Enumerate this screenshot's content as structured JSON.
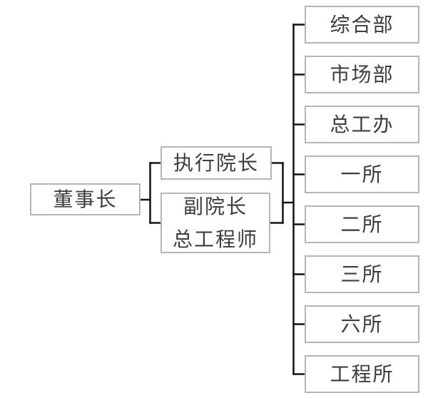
{
  "chart": {
    "type": "org-chart",
    "root": {
      "label": "董事长"
    },
    "level2": [
      {
        "label": "执行院长"
      },
      {
        "lines": [
          "副院长",
          "总工程师"
        ]
      }
    ],
    "departments": [
      {
        "label": "综合部"
      },
      {
        "label": "市场部"
      },
      {
        "label": "总工办"
      },
      {
        "label": "一所"
      },
      {
        "label": "二所"
      },
      {
        "label": "三所"
      },
      {
        "label": "六所"
      },
      {
        "label": "工程所"
      }
    ]
  },
  "colors": {
    "page_background": "#ffffff",
    "box_background": "#ffffff",
    "box_border": "#b5b5b5",
    "text": "#3d3d3d",
    "connector": "#141414"
  }
}
